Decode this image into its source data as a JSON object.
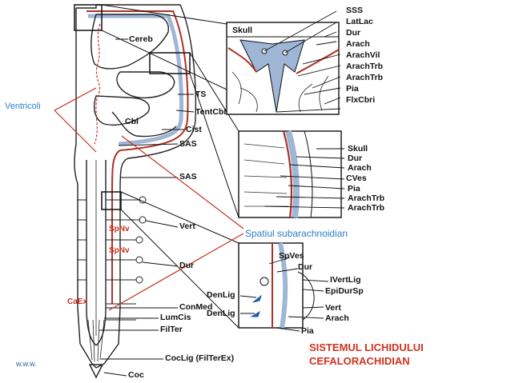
{
  "labels": {
    "cereb": "Cereb",
    "ts": "TS",
    "tentcbl": "TentCbl",
    "cbl": "Cbl",
    "cist": "Cist",
    "sas1": "SAS",
    "sas2": "SAS",
    "vert": "Vert",
    "dur": "Dur",
    "conmed": "ConMed",
    "lumcis": "LumCis",
    "filter": "FilTer",
    "coclig": "CocLig (FilTerEx)",
    "coc": "Coc",
    "spnv1": "SpNv",
    "spnv2": "SpNv",
    "caex": "CaEx"
  },
  "inset_top": {
    "skull": "Skull",
    "items": [
      "SSS",
      "LatLac",
      "Dur",
      "Arach",
      "ArachVil",
      "ArachTrb",
      "ArachTrb",
      "Pia",
      "FlxCbri"
    ]
  },
  "inset_mid": {
    "items": [
      "Skull",
      "Dur",
      "Arach",
      "CVes",
      "Pia",
      "ArachTrb",
      "ArachTrb"
    ]
  },
  "inset_bottom": {
    "spves": "SpVes",
    "dur": "Dur",
    "ivertlig": "IVertLig",
    "epidursp": "EpiDurSp",
    "vert": "Vert",
    "arach": "Arach",
    "pia": "Pia",
    "denlig1": "DenLig",
    "denlig2": "DenLig"
  },
  "annotations": {
    "ventricoli": "Ventricoli",
    "spatiul": "Spatiul subarachnoidian",
    "sistemul_line1": "SISTEMUL LICHIDULUI",
    "sistemul_line2": "CEFALORACHIDIAN",
    "www": "w.w.w."
  },
  "colors": {
    "csf_fill": "#9fb6d6",
    "accent_red": "#c8321e",
    "accent_blue": "#2b7fc4",
    "line": "#222222"
  }
}
